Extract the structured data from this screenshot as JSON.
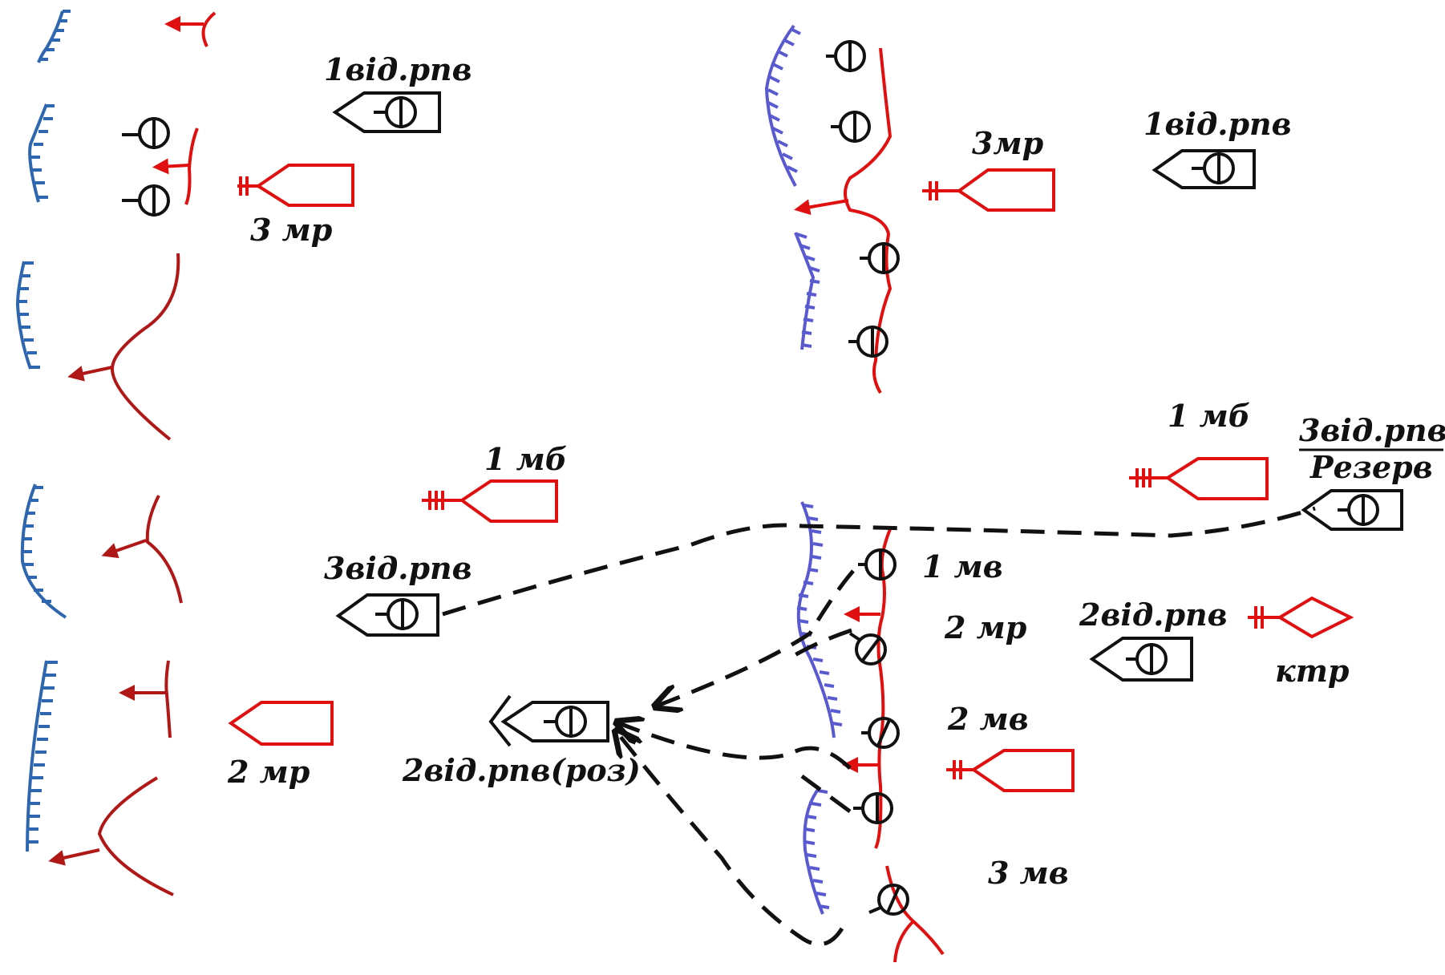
{
  "labels": {
    "tl_1vid_rpv": "1від.рпв",
    "tl_3mr": "3 мр",
    "tr_3mr": "3мр",
    "tr_1vid_rpv": "1від.рпв",
    "bl_1mb": "1 мб",
    "bl_3vid_rpv": "3від.рпв",
    "bl_2mr": "2 мр",
    "bc_2vid_rpv_roz": "2від.рпв(роз)",
    "br_1mb": "1 мб",
    "br_3vid_rpv": "3від.рпв",
    "br_rezerv": "Резерв",
    "br_1mv": "1 мв",
    "br_2mr": "2 мр",
    "br_2vid_rpv": "2від.рпв",
    "br_ktr": "ктр",
    "br_2mv": "2 мв",
    "br_3mv": "3 мв"
  },
  "colors": {
    "friendly_red": "#e01010",
    "dark_red": "#b01818",
    "enemy_blue": "#2f66b0",
    "enemy_violet": "#5a5ad0",
    "black": "#111111"
  }
}
